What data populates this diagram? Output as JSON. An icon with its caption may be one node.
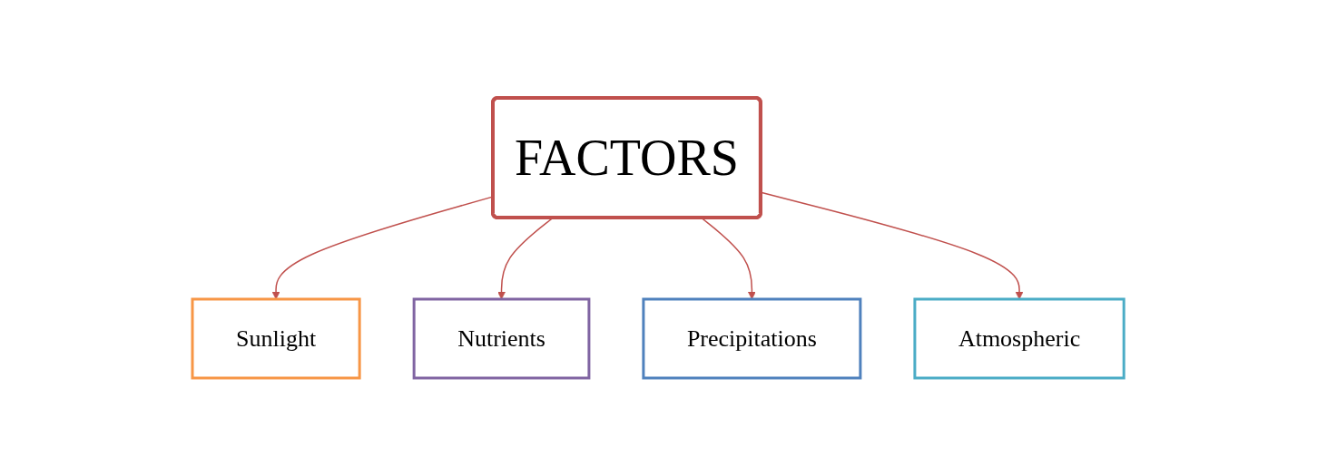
{
  "diagram": {
    "nodes": [
      {
        "text": [
          "Sunlight"
        ]
      },
      {
        "text": [
          "FACTORS"
        ]
      },
      {
        "text": [
          "Nutrients"
        ]
      },
      {
        "text": [
          "Precipitations"
        ]
      },
      {
        "text": [
          "Atmospheric"
        ]
      }
    ],
    "edges": [
      {
        "from": 1,
        "to": 0,
        "arrow": "to"
      },
      {
        "from": 1,
        "to": 2,
        "arrow": "to"
      },
      {
        "from": 1,
        "to": 3,
        "arrow": "to"
      },
      {
        "from": 1,
        "to": 4,
        "arrow": "to"
      }
    ]
  }
}
